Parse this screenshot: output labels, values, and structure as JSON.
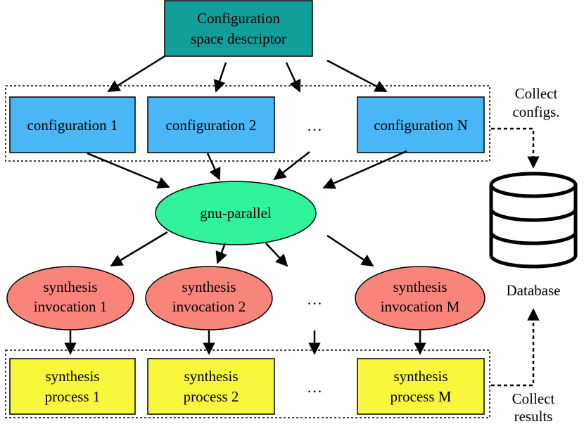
{
  "descriptor": {
    "line1": "Configuration",
    "line2": "space descriptor",
    "color": "#129e9a"
  },
  "configurations": {
    "color": "#49b6f5",
    "first": "configuration 1",
    "second": "configuration 2",
    "ellipsis": "…",
    "last": "configuration N"
  },
  "collect_configs": {
    "line1": "Collect",
    "line2": "configs."
  },
  "scheduler": {
    "label": "gnu-parallel",
    "color": "#2ff29a"
  },
  "database": {
    "label": "Database",
    "icon": "database-icon"
  },
  "invocations": {
    "color": "#f8847a",
    "first": {
      "line1": "synthesis",
      "line2": "invocation 1"
    },
    "second": {
      "line1": "synthesis",
      "line2": "invocation 2"
    },
    "ellipsis": "…",
    "last": {
      "line1": "synthesis",
      "line2": "invocation M"
    }
  },
  "processes": {
    "color": "#f7f73b",
    "first": {
      "line1": "synthesis",
      "line2": "process 1"
    },
    "second": {
      "line1": "synthesis",
      "line2": "process 2"
    },
    "ellipsis": "…",
    "last": {
      "line1": "synthesis",
      "line2": "process M"
    }
  },
  "collect_results": {
    "line1": "Collect",
    "line2": "results"
  }
}
